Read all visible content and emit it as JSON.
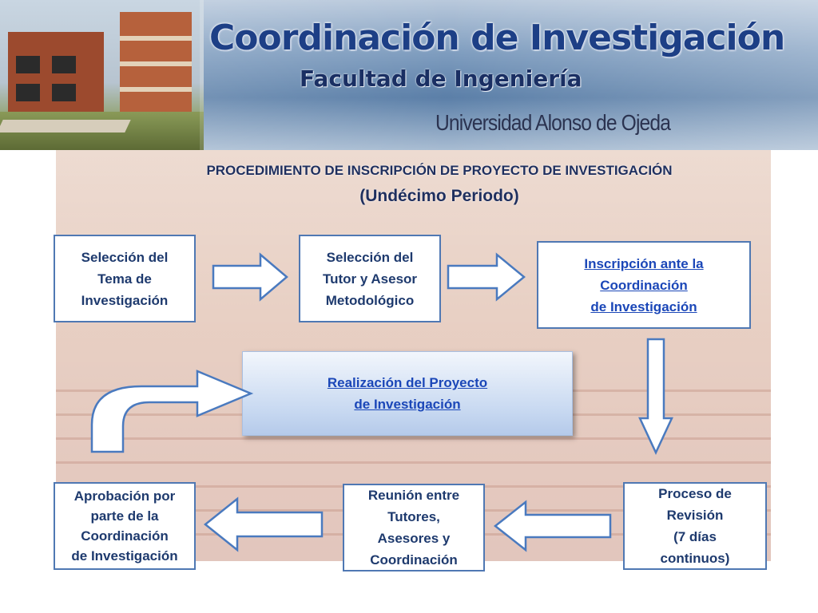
{
  "banner": {
    "title": "Coordinación de Investigación",
    "subtitle": "Facultad de Ingeniería",
    "university": "Universidad Alonso de Ojeda"
  },
  "procedure": {
    "title": "PROCEDIMIENTO DE INSCRIPCIÓN DE PROYECTO DE INVESTIGACIÓN",
    "subtitle": "(Undécimo Periodo)"
  },
  "steps": {
    "seleccion_tema": [
      "Selección del",
      "Tema de",
      "Investigación"
    ],
    "seleccion_tutor": [
      "Selección del",
      "Tutor y Asesor",
      "Metodológico"
    ],
    "inscripcion": [
      "Inscripción ante  la",
      "Coordinación",
      "de Investigación"
    ],
    "realizacion": [
      "Realización del Proyecto ",
      "de Investigación"
    ],
    "aprobacion": [
      "Aprobación por",
      "parte de la",
      "Coordinación",
      "de Investigación"
    ],
    "reunion": [
      "Reunión entre",
      "Tutores,",
      "Asesores y",
      "Coordinación"
    ],
    "revision": [
      "Proceso de",
      "Revisión",
      "(7 días",
      "continuos)"
    ]
  },
  "colors": {
    "box_border": "#4f78b3",
    "heading_text": "#1f2f5e",
    "link_text": "#1b47b8",
    "arrow_stroke": "#4a7abf"
  }
}
